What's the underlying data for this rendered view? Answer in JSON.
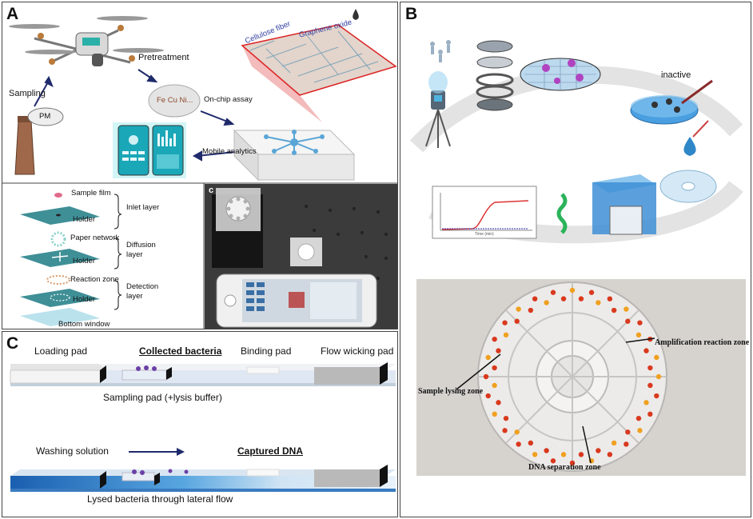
{
  "panels": {
    "A": {
      "letter": "A",
      "labels": {
        "pretreatment": "Pretreatment",
        "sampling": "Sampling",
        "pm": "PM",
        "fe_cu_ni": "Fe Cu Ni...",
        "on_chip_assay": "On-chip assay",
        "mobile_analytics": "Mobile analytics",
        "cellulose_fiber": "Cellulose fiber",
        "graphene_oxide": "Graphene oxide"
      },
      "layers": {
        "sample_film": "Sample film",
        "holder1": "Holder",
        "inlet_layer": "Inlet layer",
        "paper_network": "Paper network",
        "holder2": "Holder",
        "diffusion_layer_1": "Diffusion",
        "diffusion_layer_2": "layer",
        "reaction_zone": "Reaction zone",
        "holder3": "Holder",
        "detection_layer_1": "Detection",
        "detection_layer_2": "layer",
        "bottom_window": "Bottom window"
      },
      "photo_label": "c"
    },
    "B": {
      "letter": "B",
      "labels": {
        "inactive": "inactive",
        "amplification_zone": "Amplification reaction zone",
        "sample_lysing_zone": "Sample lysing zone",
        "dna_separation_zone": "DNA separation zone",
        "time_axis": "Time (min)"
      }
    },
    "C": {
      "letter": "C",
      "labels": {
        "loading_pad": "Loading pad",
        "collected_bacteria": "Collected bacteria",
        "binding_pad": "Binding pad",
        "flow_wicking_pad": "Flow wicking pad",
        "sampling_pad": "Sampling pad (+lysis buffer)",
        "washing_solution": "Washing solution",
        "captured_dna": "Captured DNA",
        "lysed_bacteria": "Lysed bacteria through lateral flow"
      }
    }
  },
  "colors": {
    "border": "#444444",
    "arrow_navy": "#1f2a6b",
    "teal": "#2a8a95",
    "strip_blue": "#3b8ed4",
    "drop_blue": "#2f87c8",
    "dot_red": "#d9391e",
    "dot_orange": "#f0a020"
  }
}
